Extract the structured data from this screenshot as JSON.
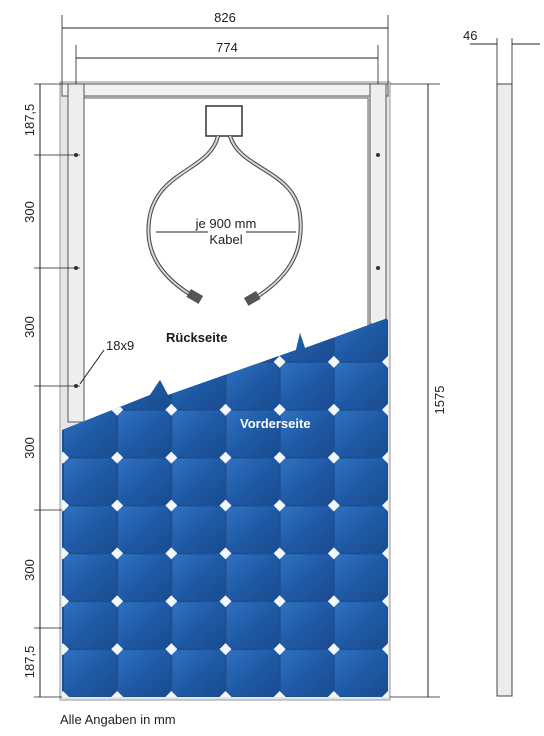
{
  "dimensions": {
    "outer_width": "826",
    "inner_width": "774",
    "depth": "46",
    "height": "1575",
    "segment_top": "187,5",
    "segment_1": "300",
    "segment_2": "300",
    "segment_3": "300",
    "segment_4": "300",
    "segment_bottom": "187,5"
  },
  "labels": {
    "mount_hole": "18x9",
    "cable": "je 900 mm",
    "cable_unit": "Kabel",
    "back_side": "Rückseite",
    "front_side": "Vorderseite"
  },
  "caption": "Alle Angaben in mm",
  "colors": {
    "panel_blue": "#1f5aa6",
    "frame": "#d9dadc",
    "backsheet": "#ffffff",
    "line": "#222222"
  }
}
